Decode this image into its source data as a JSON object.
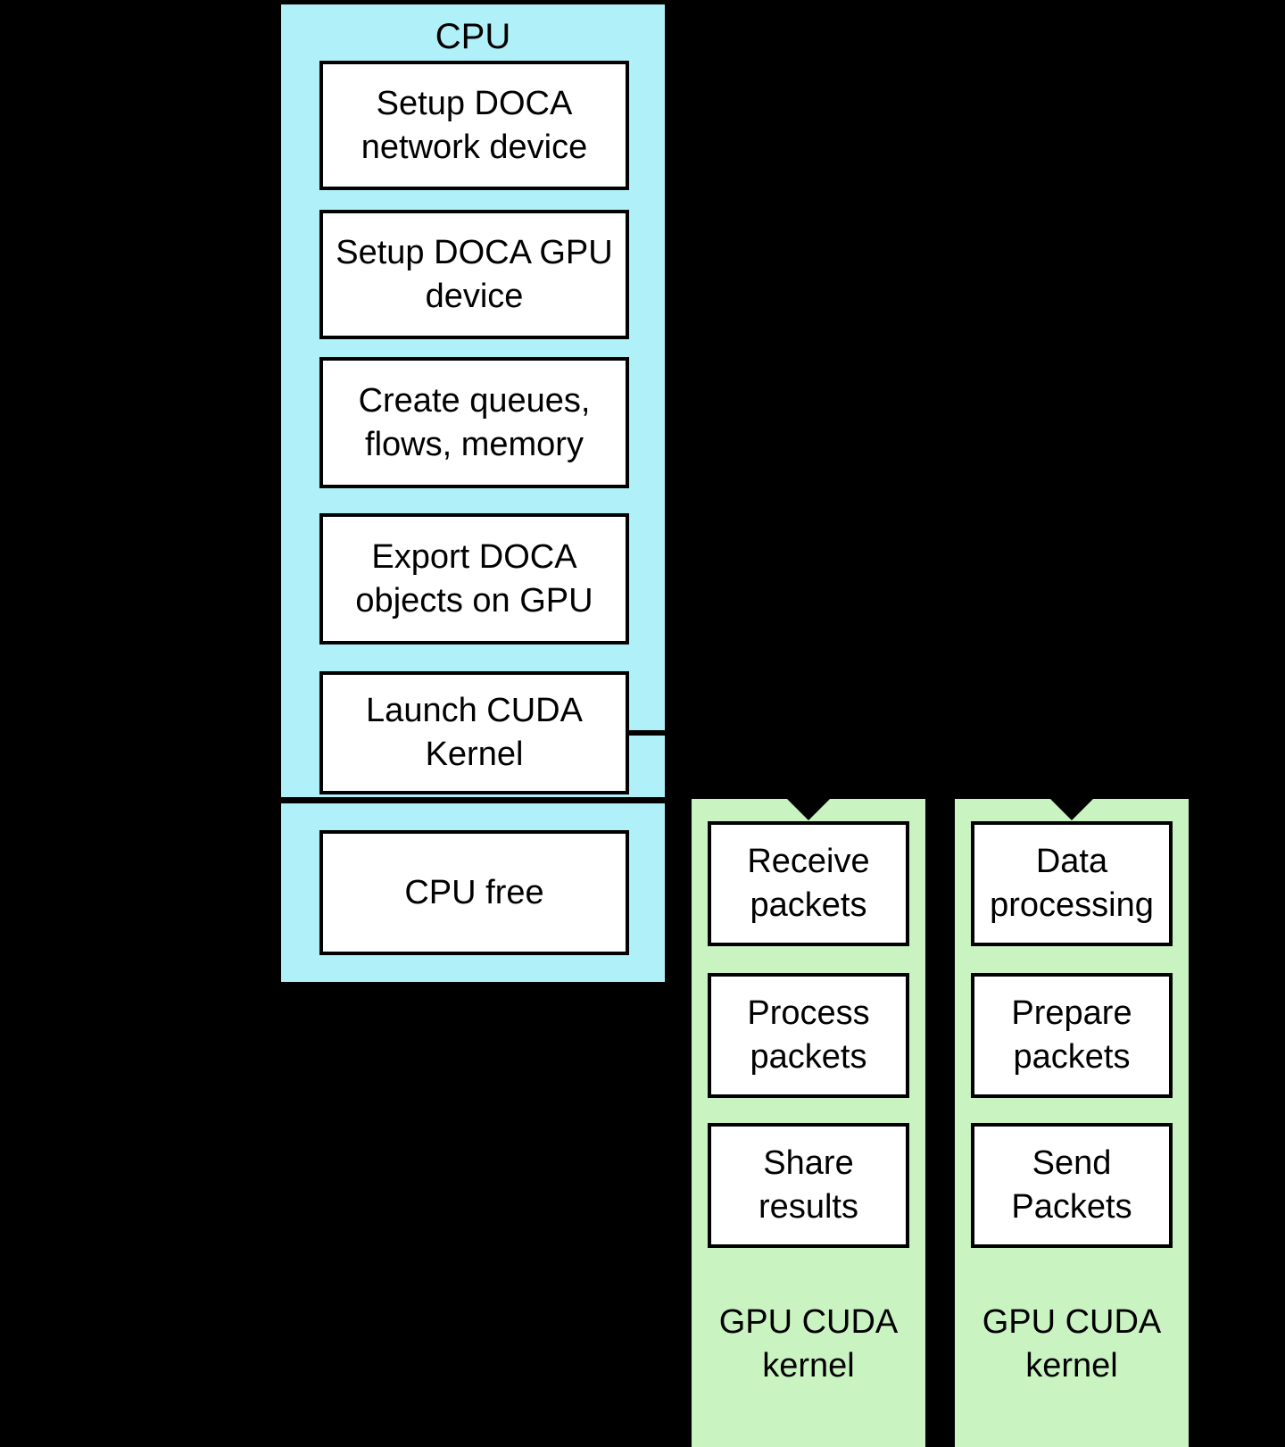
{
  "cpu_panel": {
    "title": "CPU",
    "boxes": [
      "Setup DOCA network device",
      "Setup DOCA GPU device",
      "Create queues, flows, memory",
      "Export DOCA objects on GPU",
      "Launch CUDA Kernel"
    ]
  },
  "cpu_free_panel": {
    "boxes": [
      "CPU free"
    ]
  },
  "gpu_panels": [
    {
      "boxes": [
        "Receive packets",
        "Process packets",
        "Share results"
      ],
      "label": "GPU CUDA kernel"
    },
    {
      "boxes": [
        "Data processing",
        "Prepare packets",
        "Send Packets"
      ],
      "label": "GPU CUDA kernel"
    }
  ],
  "colors": {
    "background": "#000000",
    "cpu_panel_bg": "#b0f0f8",
    "gpu_panel_bg": "#c9f4c2",
    "box_bg": "#ffffff",
    "border": "#000000",
    "text": "#000000"
  }
}
